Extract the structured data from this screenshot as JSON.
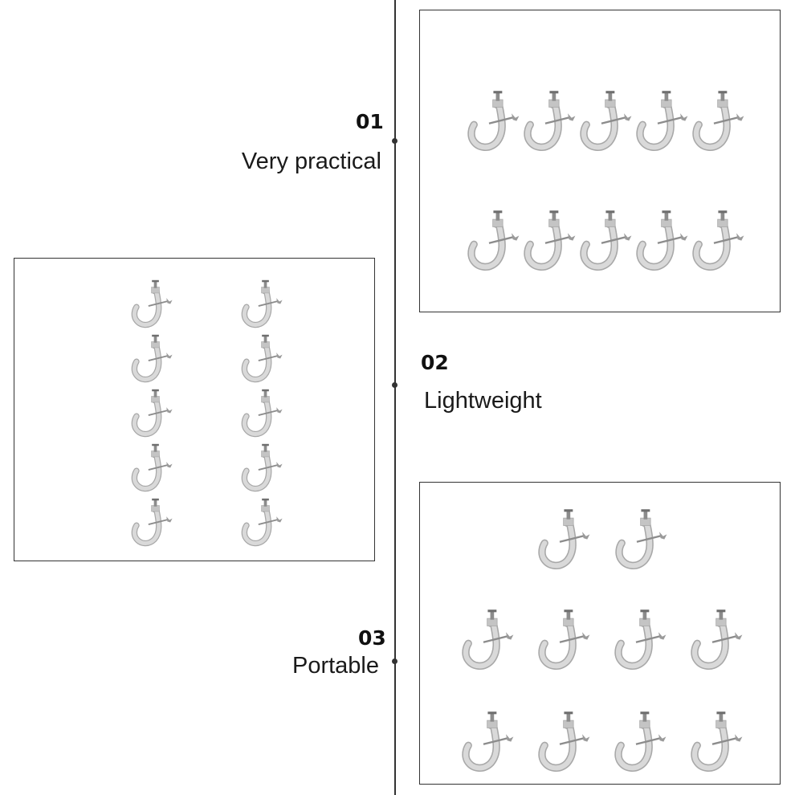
{
  "features": [
    {
      "number": "01",
      "label": "Very practical"
    },
    {
      "number": "02",
      "label": "Lightweight"
    },
    {
      "number": "03",
      "label": "Portable"
    }
  ],
  "images": [
    {
      "name": "hook-clamps-two-rows-of-five",
      "icon": "hook-clamp-icon"
    },
    {
      "name": "hook-clamps-two-columns-of-five",
      "icon": "hook-clamp-icon"
    },
    {
      "name": "hook-clamps-2-4-4-layout",
      "icon": "hook-clamp-icon"
    }
  ],
  "colors": {
    "line": "#333333",
    "clamp_body": "#d9d9d9",
    "clamp_edge": "#a8a8a8",
    "bolt": "#8c8c8c"
  }
}
